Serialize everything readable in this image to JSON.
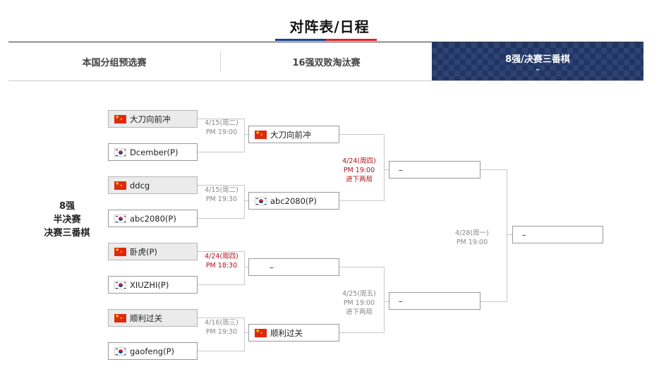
{
  "page": {
    "title": "对阵表/日程"
  },
  "tabs": [
    {
      "label": "本国分组预选赛",
      "active": false
    },
    {
      "label": "16强双败淘汰赛",
      "active": false
    },
    {
      "label": "8强/决赛三番棋",
      "active": true,
      "indicator": "⌄"
    }
  ],
  "stage_label": [
    "8强",
    "半决赛",
    "决赛三番棋"
  ],
  "round1": [
    {
      "name": "大刀向前冲",
      "country": "CN",
      "seed": true
    },
    {
      "name": "Dcember(P)",
      "country": "KR",
      "seed": false
    },
    {
      "name": "ddcg",
      "country": "CN",
      "seed": true
    },
    {
      "name": "abc2080(P)",
      "country": "KR",
      "seed": false
    },
    {
      "name": "卧虎(P)",
      "country": "CN",
      "seed": true
    },
    {
      "name": "XIUZHI(P)",
      "country": "KR",
      "seed": false
    },
    {
      "name": "顺利过关",
      "country": "CN",
      "seed": true
    },
    {
      "name": "gaofeng(P)",
      "country": "KR",
      "seed": false
    }
  ],
  "round1_schedule": [
    {
      "date": "4/15(周二)",
      "time": "PM 19:00",
      "highlight": false
    },
    {
      "date": "4/15(周二)",
      "time": "PM 19:30",
      "highlight": false
    },
    {
      "date": "4/24(周四)",
      "time": "PM 18:30",
      "highlight": true
    },
    {
      "date": "4/16(周三)",
      "time": "PM 19:30",
      "highlight": false
    }
  ],
  "round2": [
    {
      "name": "大刀向前冲",
      "country": "CN"
    },
    {
      "name": "abc2080(P)",
      "country": "KR"
    },
    {
      "name": "–",
      "country": ""
    },
    {
      "name": "顺利过关",
      "country": "CN"
    }
  ],
  "semifinal_schedule": [
    {
      "date": "4/24(周四)",
      "time": "PM 19:00",
      "note": "进下两局",
      "highlight": true
    },
    {
      "date": "4/25(周五)",
      "time": "PM 19:00",
      "note": "进下两局",
      "highlight": false
    }
  ],
  "semifinal": [
    {
      "name": "–"
    },
    {
      "name": "–"
    }
  ],
  "final_schedule": {
    "date": "4/28(周一)",
    "time": "PM 19:00"
  },
  "final": {
    "name": "–"
  }
}
